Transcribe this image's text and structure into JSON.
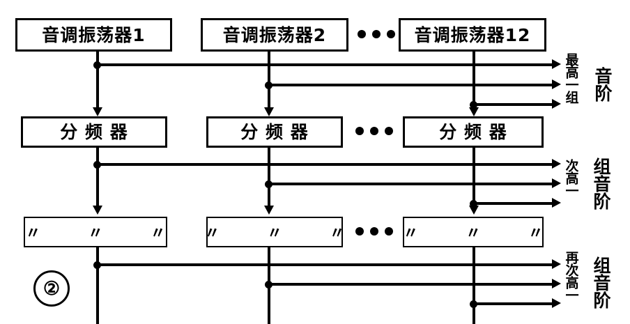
{
  "figure": {
    "number": "②",
    "caption_present": true
  },
  "rows": {
    "oscillators": {
      "row_name": "tone-oscillator-row",
      "blocks": [
        {
          "label": "音调振荡器1"
        },
        {
          "label": "音调振荡器2"
        },
        {
          "label": "音调振荡器12"
        }
      ],
      "ellipsis": "•••"
    },
    "dividers": {
      "row_name": "frequency-divider-row",
      "blocks": [
        {
          "label": "分 频 器"
        },
        {
          "label": "分 频 器"
        },
        {
          "label": "分 频 器"
        }
      ],
      "ellipsis": "•••"
    },
    "same_as_above": {
      "row_name": "ditto-row",
      "blocks": [
        {
          "label": "〃 〃 〃"
        },
        {
          "label": "〃 〃 〃"
        },
        {
          "label": "〃 〃 〃"
        }
      ],
      "ellipsis": "•••"
    }
  },
  "outputs": [
    {
      "group": "top-output-group",
      "prefix": "最高一组",
      "suffix": "音阶",
      "taps": 3
    },
    {
      "group": "middle-output-group",
      "prefix": "次高一",
      "suffix": "组音阶",
      "taps": 3
    },
    {
      "group": "bottom-output-group",
      "prefix": "再次高一",
      "suffix": "组音阶",
      "taps": 3
    }
  ],
  "colors": {
    "line": "#000000",
    "background": "#ffffff"
  }
}
